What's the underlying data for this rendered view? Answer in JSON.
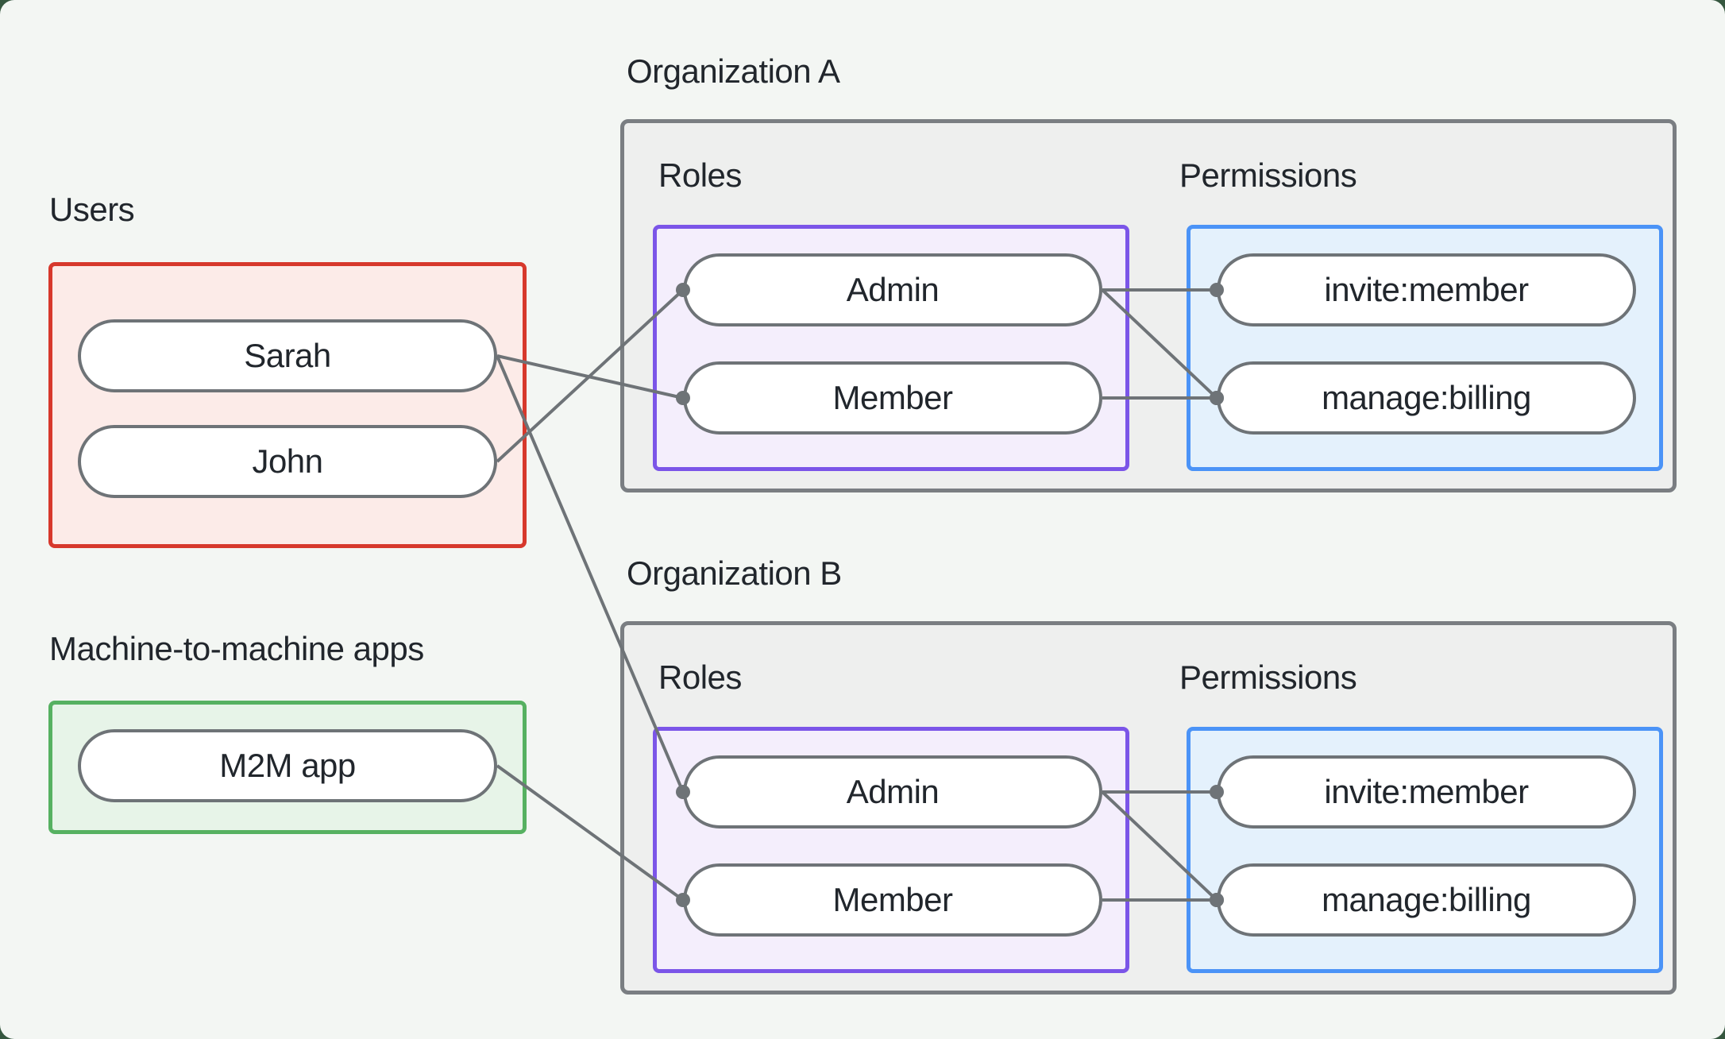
{
  "colors": {
    "page_behind": "#35573f",
    "canvas_bg": "#f3f6f3",
    "text": "#21262c",
    "users_border": "#d7382c",
    "users_bg": "#fcebe8",
    "m2m_border": "#56b161",
    "m2m_bg": "#e7f4e8",
    "org_border": "#7a7e82",
    "org_bg": "#eeefee",
    "roles_border": "#7b55e8",
    "roles_bg": "#f4eefc",
    "permissions_border": "#4b93f7",
    "permissions_bg": "#e4f1fc",
    "pill_border": "#6e7377",
    "pill_bg": "#ffffff",
    "connector": "#6e7377"
  },
  "users_section": {
    "label": "Users",
    "items": [
      {
        "id": "user-sarah",
        "label": "Sarah"
      },
      {
        "id": "user-john",
        "label": "John"
      }
    ]
  },
  "m2m_section": {
    "label": "Machine-to-machine apps",
    "items": [
      {
        "id": "m2m-app",
        "label": "M2M app"
      }
    ]
  },
  "organizations": [
    {
      "title": "Organization A",
      "roles": {
        "label": "Roles",
        "items": [
          {
            "id": "org0-role-admin",
            "label": "Admin"
          },
          {
            "id": "org0-role-member",
            "label": "Member"
          }
        ]
      },
      "permissions": {
        "label": "Permissions",
        "items": [
          {
            "id": "org0-perm-invite",
            "label": "invite:member"
          },
          {
            "id": "org0-perm-manage",
            "label": "manage:billing"
          }
        ]
      }
    },
    {
      "title": "Organization B",
      "roles": {
        "label": "Roles",
        "items": [
          {
            "id": "org1-role-admin",
            "label": "Admin"
          },
          {
            "id": "org1-role-member",
            "label": "Member"
          }
        ]
      },
      "permissions": {
        "label": "Permissions",
        "items": [
          {
            "id": "org1-perm-invite",
            "label": "invite:member"
          },
          {
            "id": "org1-perm-manage",
            "label": "manage:billing"
          }
        ]
      }
    }
  ],
  "connections": [
    {
      "from": "user-sarah",
      "to": "org0-role-member"
    },
    {
      "from": "user-john",
      "to": "org0-role-admin"
    },
    {
      "from": "user-sarah",
      "to": "org1-role-admin"
    },
    {
      "from": "m2m-app",
      "to": "org1-role-member"
    },
    {
      "from": "org0-role-admin",
      "to": "org0-perm-invite"
    },
    {
      "from": "org0-role-admin",
      "to": "org0-perm-manage"
    },
    {
      "from": "org0-role-member",
      "to": "org0-perm-manage"
    },
    {
      "from": "org1-role-admin",
      "to": "org1-perm-invite"
    },
    {
      "from": "org1-role-admin",
      "to": "org1-perm-manage"
    },
    {
      "from": "org1-role-member",
      "to": "org1-perm-manage"
    }
  ]
}
